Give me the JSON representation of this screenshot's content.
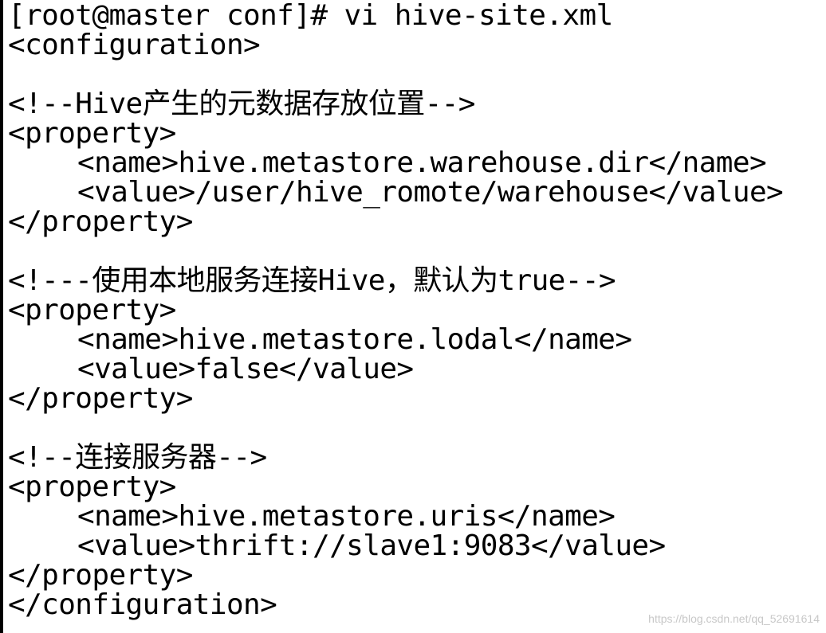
{
  "terminal": {
    "command_line": "[root@master conf]# vi hive-site.xml",
    "lines": [
      "<configuration>",
      "",
      "<!--Hive产生的元数据存放位置-->",
      "<property>",
      "<name>hive.metastore.warehouse.dir</name>",
      "<value>/user/hive_romote/warehouse</value>",
      "</property>",
      "",
      "<!---使用本地服务连接Hive，默认为true-->",
      "<property>",
      "<name>hive.metastore.lodal</name>",
      "<value>false</value>",
      "</property>",
      "",
      "<!--连接服务器-->",
      "<property>",
      "<name>hive.metastore.uris</name>",
      "<value>thrift://slave1:9083</value>",
      "</property>",
      "</configuration>"
    ]
  },
  "watermark": {
    "text": "https://blog.csdn.net/qq_52691614"
  }
}
